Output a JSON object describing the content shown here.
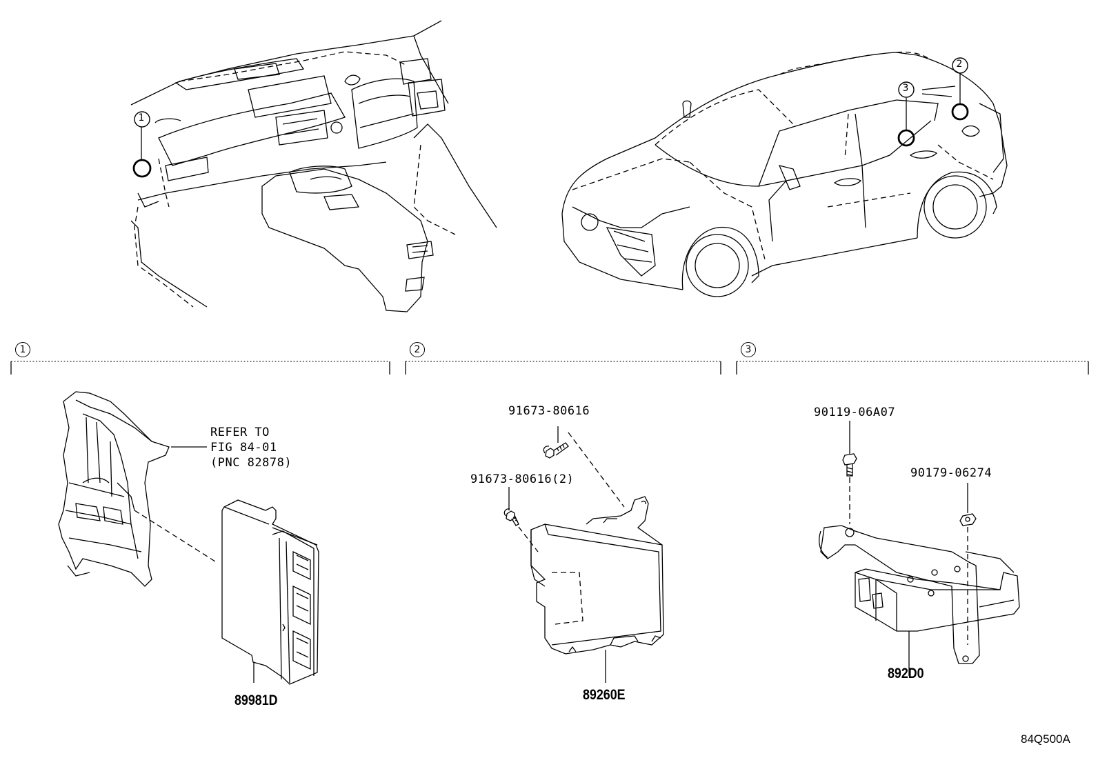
{
  "callouts": {
    "one": "1",
    "two": "2",
    "three": "3"
  },
  "section_headers": [
    {
      "num": "1"
    },
    {
      "num": "2"
    },
    {
      "num": "3"
    }
  ],
  "section1": {
    "refer_line1": "REFER TO",
    "refer_line2": "FIG 84-01",
    "refer_line3": "(PNC 82878)",
    "part_number": "89981D"
  },
  "section2": {
    "screw_a": "91673-80616",
    "screw_b": "91673-80616(2)",
    "part_number": "89260E"
  },
  "section3": {
    "bolt": "90119-06A07",
    "nut": "90179-06274",
    "part_number": "892D0"
  },
  "figure_code": "84Q500A"
}
